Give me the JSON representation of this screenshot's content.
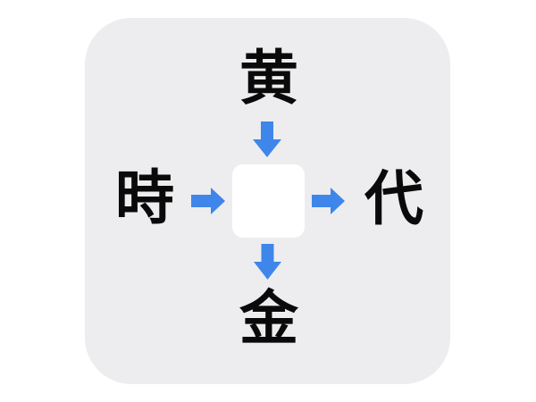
{
  "puzzle": {
    "top_char": "黄",
    "left_char": "時",
    "right_char": "代",
    "bottom_char": "金",
    "center_blank": ""
  },
  "icons": {
    "top_arrow": "arrow-down-icon",
    "left_arrow": "arrow-right-icon",
    "right_arrow": "arrow-right-icon",
    "bottom_arrow": "arrow-down-icon"
  },
  "colors": {
    "background": "#ffffff",
    "card": "#ededef",
    "blank_box": "#ffffff",
    "arrow": "#3f86ea",
    "text": "#0a0a0a"
  }
}
